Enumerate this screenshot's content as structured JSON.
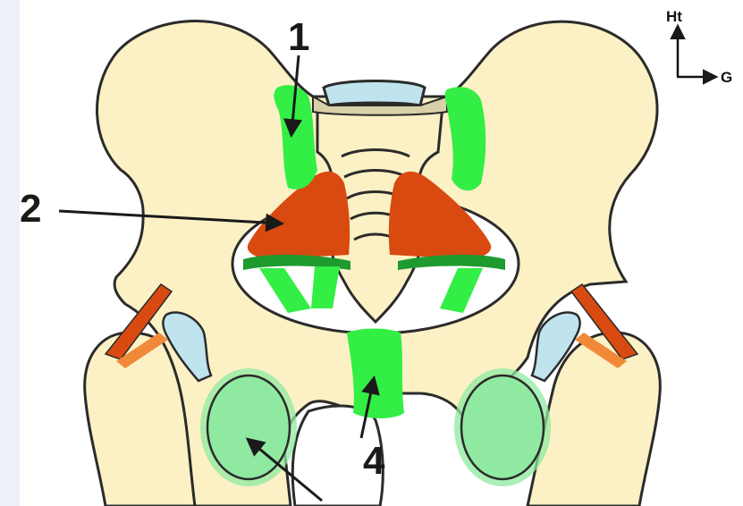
{
  "diagram": {
    "labels": {
      "one": "1",
      "two": "2",
      "four": "4"
    },
    "axes": {
      "vertical": "Ht",
      "horizontal": "G"
    },
    "colors": {
      "bone": "#fbf1c4",
      "outline": "#2b2b2b",
      "ligament_bright": "#33ee44",
      "ligament_pale": "#8fe9a0",
      "ligament_dark": "#1e9a2e",
      "muscle": "#d94a10",
      "muscle_light": "#f08a3a",
      "cartilage": "#bfe4ee",
      "disc": "#d8d0a8",
      "left_strip": "#eef0f8"
    }
  }
}
